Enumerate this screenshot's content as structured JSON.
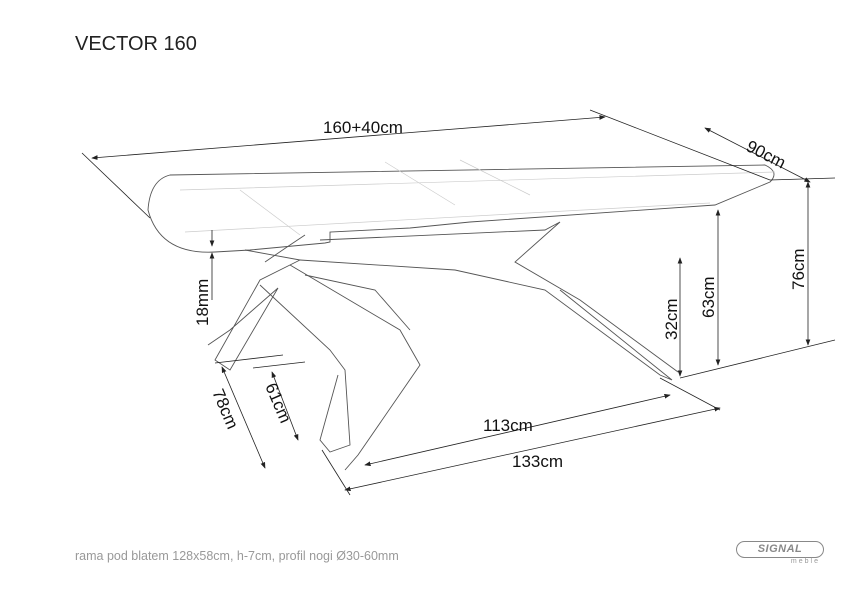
{
  "title": "VECTOR 160",
  "dimensions": {
    "length": "160+40cm",
    "width": "90cm",
    "height_total": "76cm",
    "height_frame": "63cm",
    "height_leg_cross": "32cm",
    "top_thickness": "18mm",
    "leg_depth_outer": "78cm",
    "leg_depth_inner": "61cm",
    "leg_span_inner": "113cm",
    "leg_span_outer": "133cm"
  },
  "footer_note": "rama pod blatem 128x58cm, h-7cm, profil nogi Ø30-60mm",
  "logo": {
    "brand": "SIGNAL",
    "sub": "meble"
  }
}
